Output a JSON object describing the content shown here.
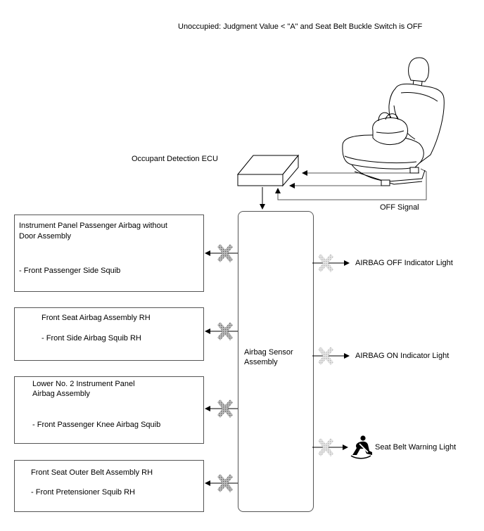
{
  "header": {
    "condition": "Unoccupied: Judgment Value < \"A\" and Seat Belt Buckle Switch is OFF"
  },
  "ecu": {
    "label": "Occupant Detection ECU",
    "off_signal": "OFF Signal"
  },
  "sensor": {
    "line1": "Airbag Sensor",
    "line2": "Assembly"
  },
  "left_boxes": [
    {
      "line1": "Instrument Panel Passenger Airbag without",
      "line2": "Door Assembly",
      "squib": "- Front Passenger Side Squib"
    },
    {
      "line1": "Front Seat Airbag Assembly RH",
      "squib": "- Front Side Airbag Squib RH"
    },
    {
      "line1": "Lower No. 2 Instrument Panel",
      "line2": "Airbag Assembly",
      "squib": "- Front Passenger Knee Airbag Squib"
    },
    {
      "line1": "Front Seat Outer Belt Assembly RH",
      "squib": "- Front Pretensioner Squib RH"
    }
  ],
  "outputs": [
    {
      "label": "AIRBAG OFF Indicator Light",
      "icon": "x-mark-icon"
    },
    {
      "label": "AIRBAG ON Indicator Light",
      "icon": "x-mark-icon"
    },
    {
      "label": "Seat Belt Warning Light",
      "icon": "seat-belt-warning-icon"
    }
  ],
  "colors": {
    "x_mark_dark": "#8a8a8a",
    "x_mark_light": "#cfcfcf",
    "lines": "#333333"
  }
}
